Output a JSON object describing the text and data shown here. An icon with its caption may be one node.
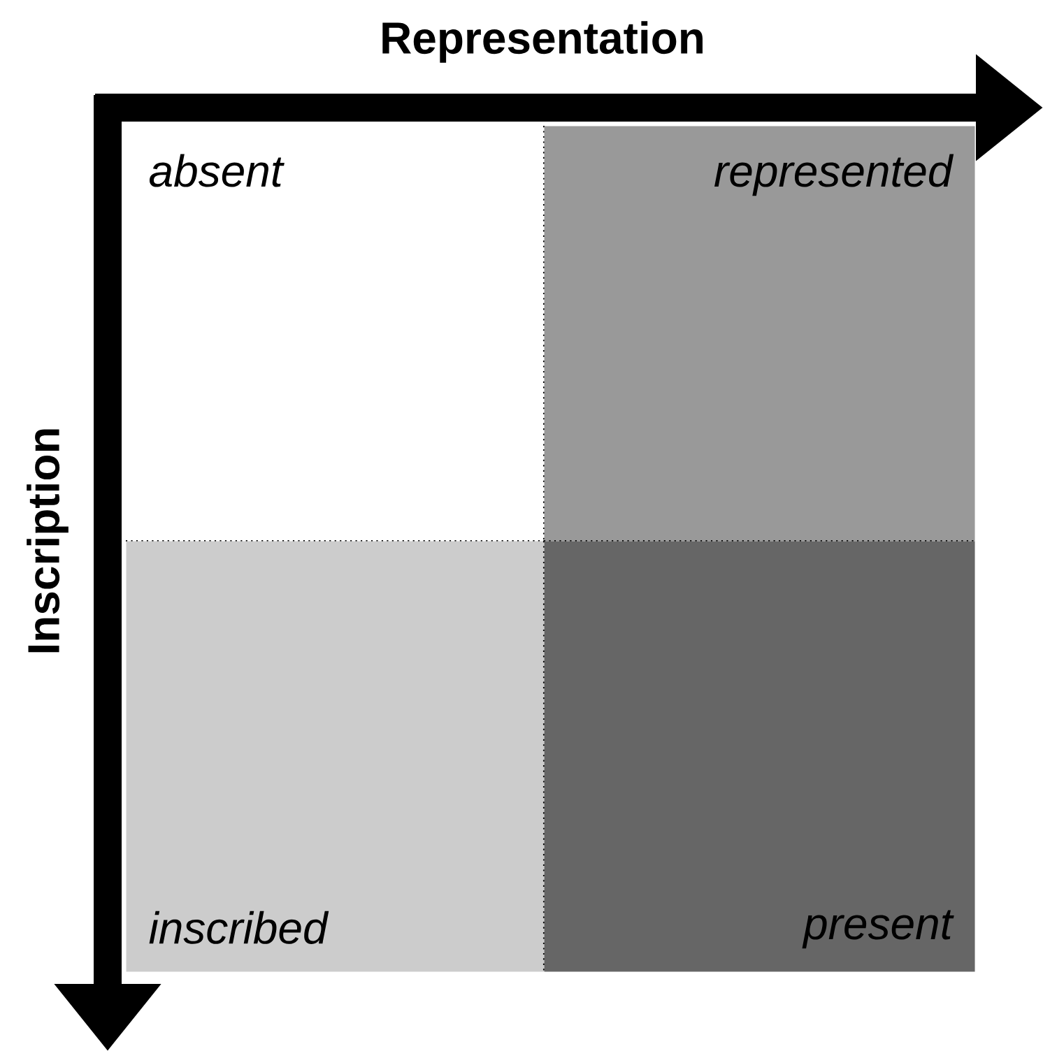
{
  "diagram": {
    "nodes": [
      {
        "text": [
          "absent"
        ]
      },
      {
        "text": [
          "represented"
        ]
      },
      {
        "text": [
          "inscribed"
        ]
      },
      {
        "text": [
          "present"
        ]
      }
    ],
    "labels": [
      "Representation",
      "Inscription"
    ]
  }
}
